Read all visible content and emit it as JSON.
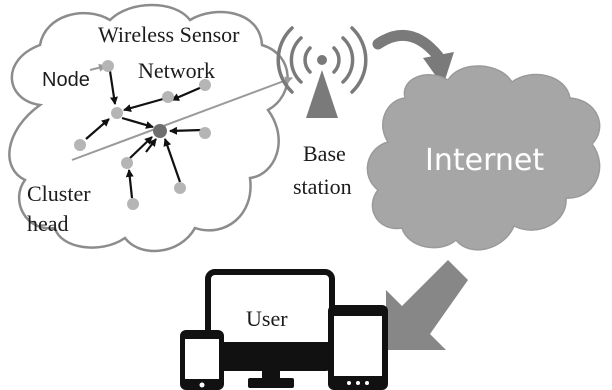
{
  "labels": {
    "network_line1": "Wireless Sensor",
    "network_line2": "Network",
    "node": "Node",
    "cluster_line1": "Cluster",
    "cluster_line2": "head",
    "base_line1": "Base",
    "base_line2": "station",
    "internet": "Internet",
    "user": "User"
  },
  "colors": {
    "node": "#b5b5b5",
    "cluster_head": "#6e6e6e",
    "internet_cloud": "#a6a6a6",
    "device": "#111111",
    "arrow_gray": "#878787"
  }
}
